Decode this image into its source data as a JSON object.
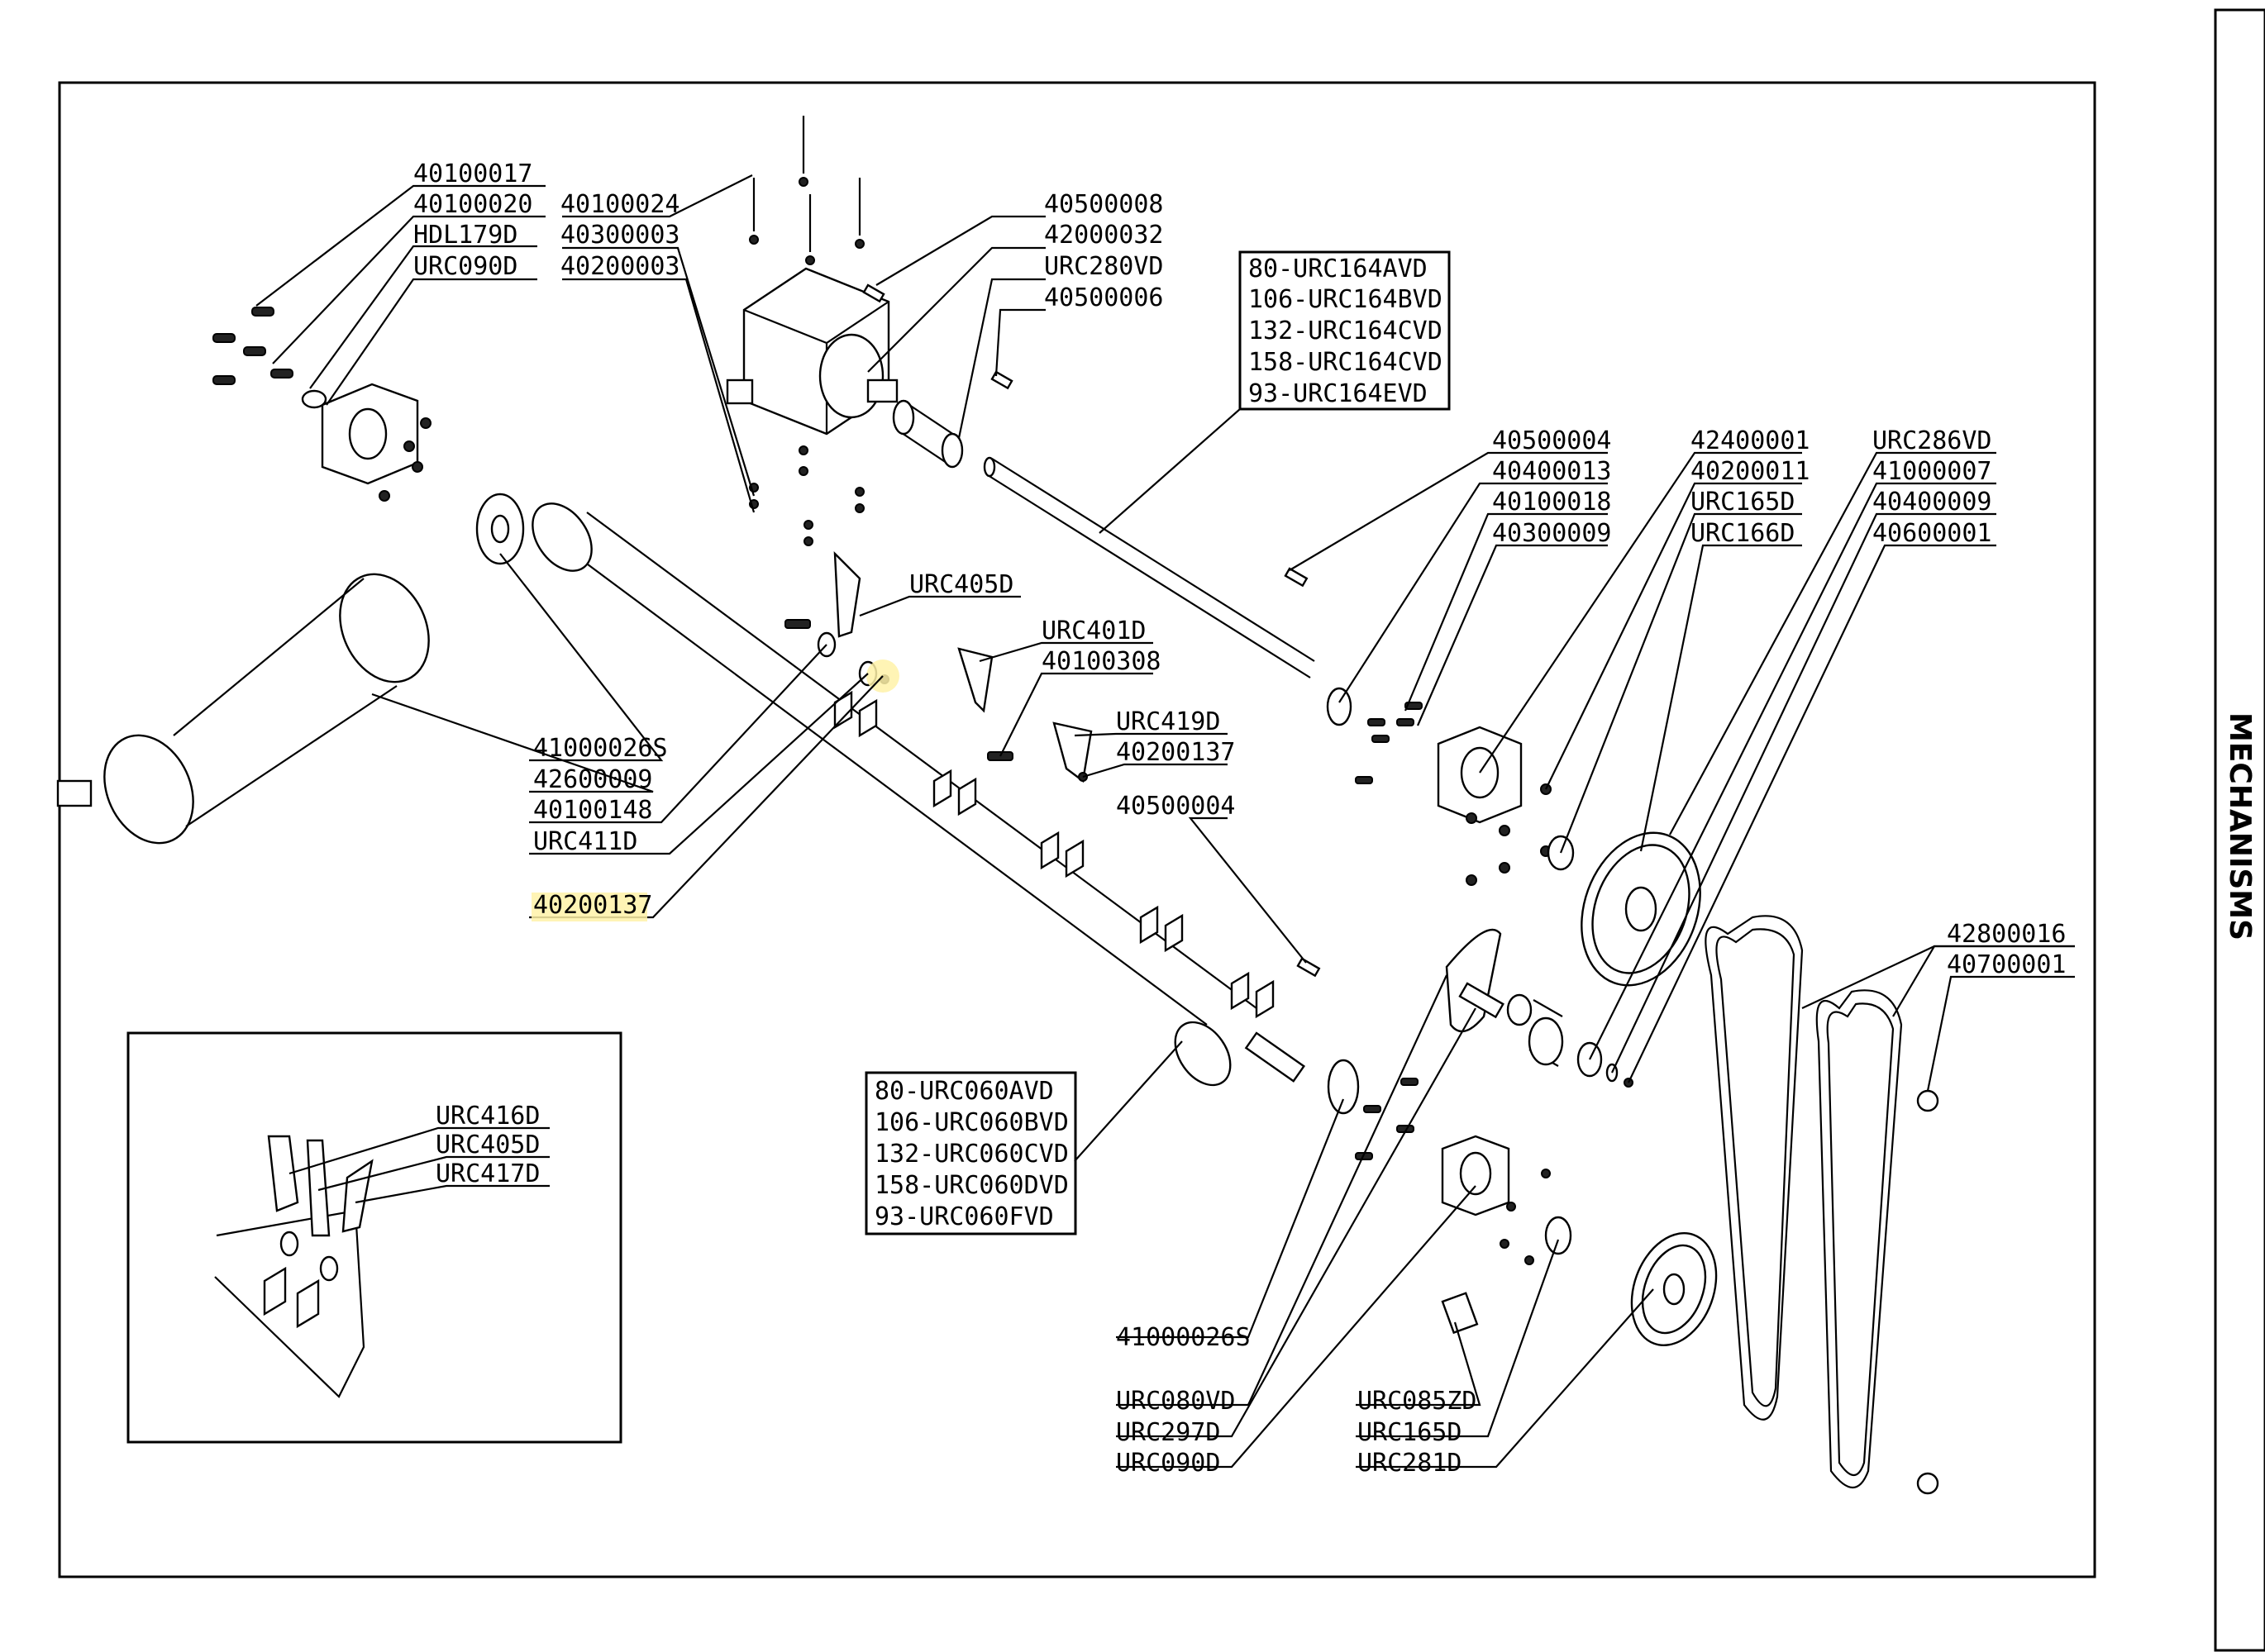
{
  "section_title": "MECHANISMS",
  "callouts": [
    {
      "id": "c01",
      "text": "40100017"
    },
    {
      "id": "c02",
      "text": "40100020"
    },
    {
      "id": "c03",
      "text": "HDL179D"
    },
    {
      "id": "c04",
      "text": "URC090D"
    },
    {
      "id": "c05",
      "text": "40100024"
    },
    {
      "id": "c06",
      "text": "40300003"
    },
    {
      "id": "c07",
      "text": "40200003"
    },
    {
      "id": "c08",
      "text": "40500008"
    },
    {
      "id": "c09",
      "text": "42000032"
    },
    {
      "id": "c10",
      "text": "URC280VD"
    },
    {
      "id": "c11",
      "text": "40500006"
    },
    {
      "id": "c12",
      "text": "80-URC164AVD"
    },
    {
      "id": "c13",
      "text": "106-URC164BVD"
    },
    {
      "id": "c14",
      "text": "132-URC164CVD"
    },
    {
      "id": "c15",
      "text": "158-URC164CVD"
    },
    {
      "id": "c16",
      "text": "93-URC164EVD"
    },
    {
      "id": "c17",
      "text": "40500004"
    },
    {
      "id": "c18",
      "text": "40400013"
    },
    {
      "id": "c19",
      "text": "40100018"
    },
    {
      "id": "c20",
      "text": "40300009"
    },
    {
      "id": "c21",
      "text": "42400001"
    },
    {
      "id": "c22",
      "text": "40200011"
    },
    {
      "id": "c23",
      "text": "URC165D"
    },
    {
      "id": "c24",
      "text": "URC166D"
    },
    {
      "id": "c25",
      "text": "URC286VD"
    },
    {
      "id": "c26",
      "text": "41000007"
    },
    {
      "id": "c27",
      "text": "40400009"
    },
    {
      "id": "c28",
      "text": "40600001"
    },
    {
      "id": "c29",
      "text": "URC405D"
    },
    {
      "id": "c30",
      "text": "URC401D"
    },
    {
      "id": "c31",
      "text": "40100308"
    },
    {
      "id": "c32",
      "text": "URC419D"
    },
    {
      "id": "c33",
      "text": "40200137"
    },
    {
      "id": "c34",
      "text": "40500004"
    },
    {
      "id": "c35",
      "text": "41000026S"
    },
    {
      "id": "c36",
      "text": "42600009"
    },
    {
      "id": "c37",
      "text": "40100148"
    },
    {
      "id": "c38",
      "text": "URC411D"
    },
    {
      "id": "c39",
      "text": "40200137"
    },
    {
      "id": "c40",
      "text": "42800016"
    },
    {
      "id": "c41",
      "text": "40700001"
    },
    {
      "id": "c42",
      "text": "80-URC060AVD"
    },
    {
      "id": "c43",
      "text": "106-URC060BVD"
    },
    {
      "id": "c44",
      "text": "132-URC060CVD"
    },
    {
      "id": "c45",
      "text": "158-URC060DVD"
    },
    {
      "id": "c46",
      "text": "93-URC060FVD"
    },
    {
      "id": "c47",
      "text": "URC416D"
    },
    {
      "id": "c48",
      "text": "URC405D"
    },
    {
      "id": "c49",
      "text": "URC417D"
    },
    {
      "id": "c50",
      "text": "41000026S"
    },
    {
      "id": "c51",
      "text": "URC080VD"
    },
    {
      "id": "c52",
      "text": "URC297D"
    },
    {
      "id": "c53",
      "text": "URC090D"
    },
    {
      "id": "c54",
      "text": "URC085ZD"
    },
    {
      "id": "c55",
      "text": "URC165D"
    },
    {
      "id": "c56",
      "text": "URC281D"
    }
  ],
  "highlighted_callout": "40200137",
  "colors": {
    "line": "#000000",
    "highlight": "#fff2a8",
    "background": "#ffffff"
  }
}
